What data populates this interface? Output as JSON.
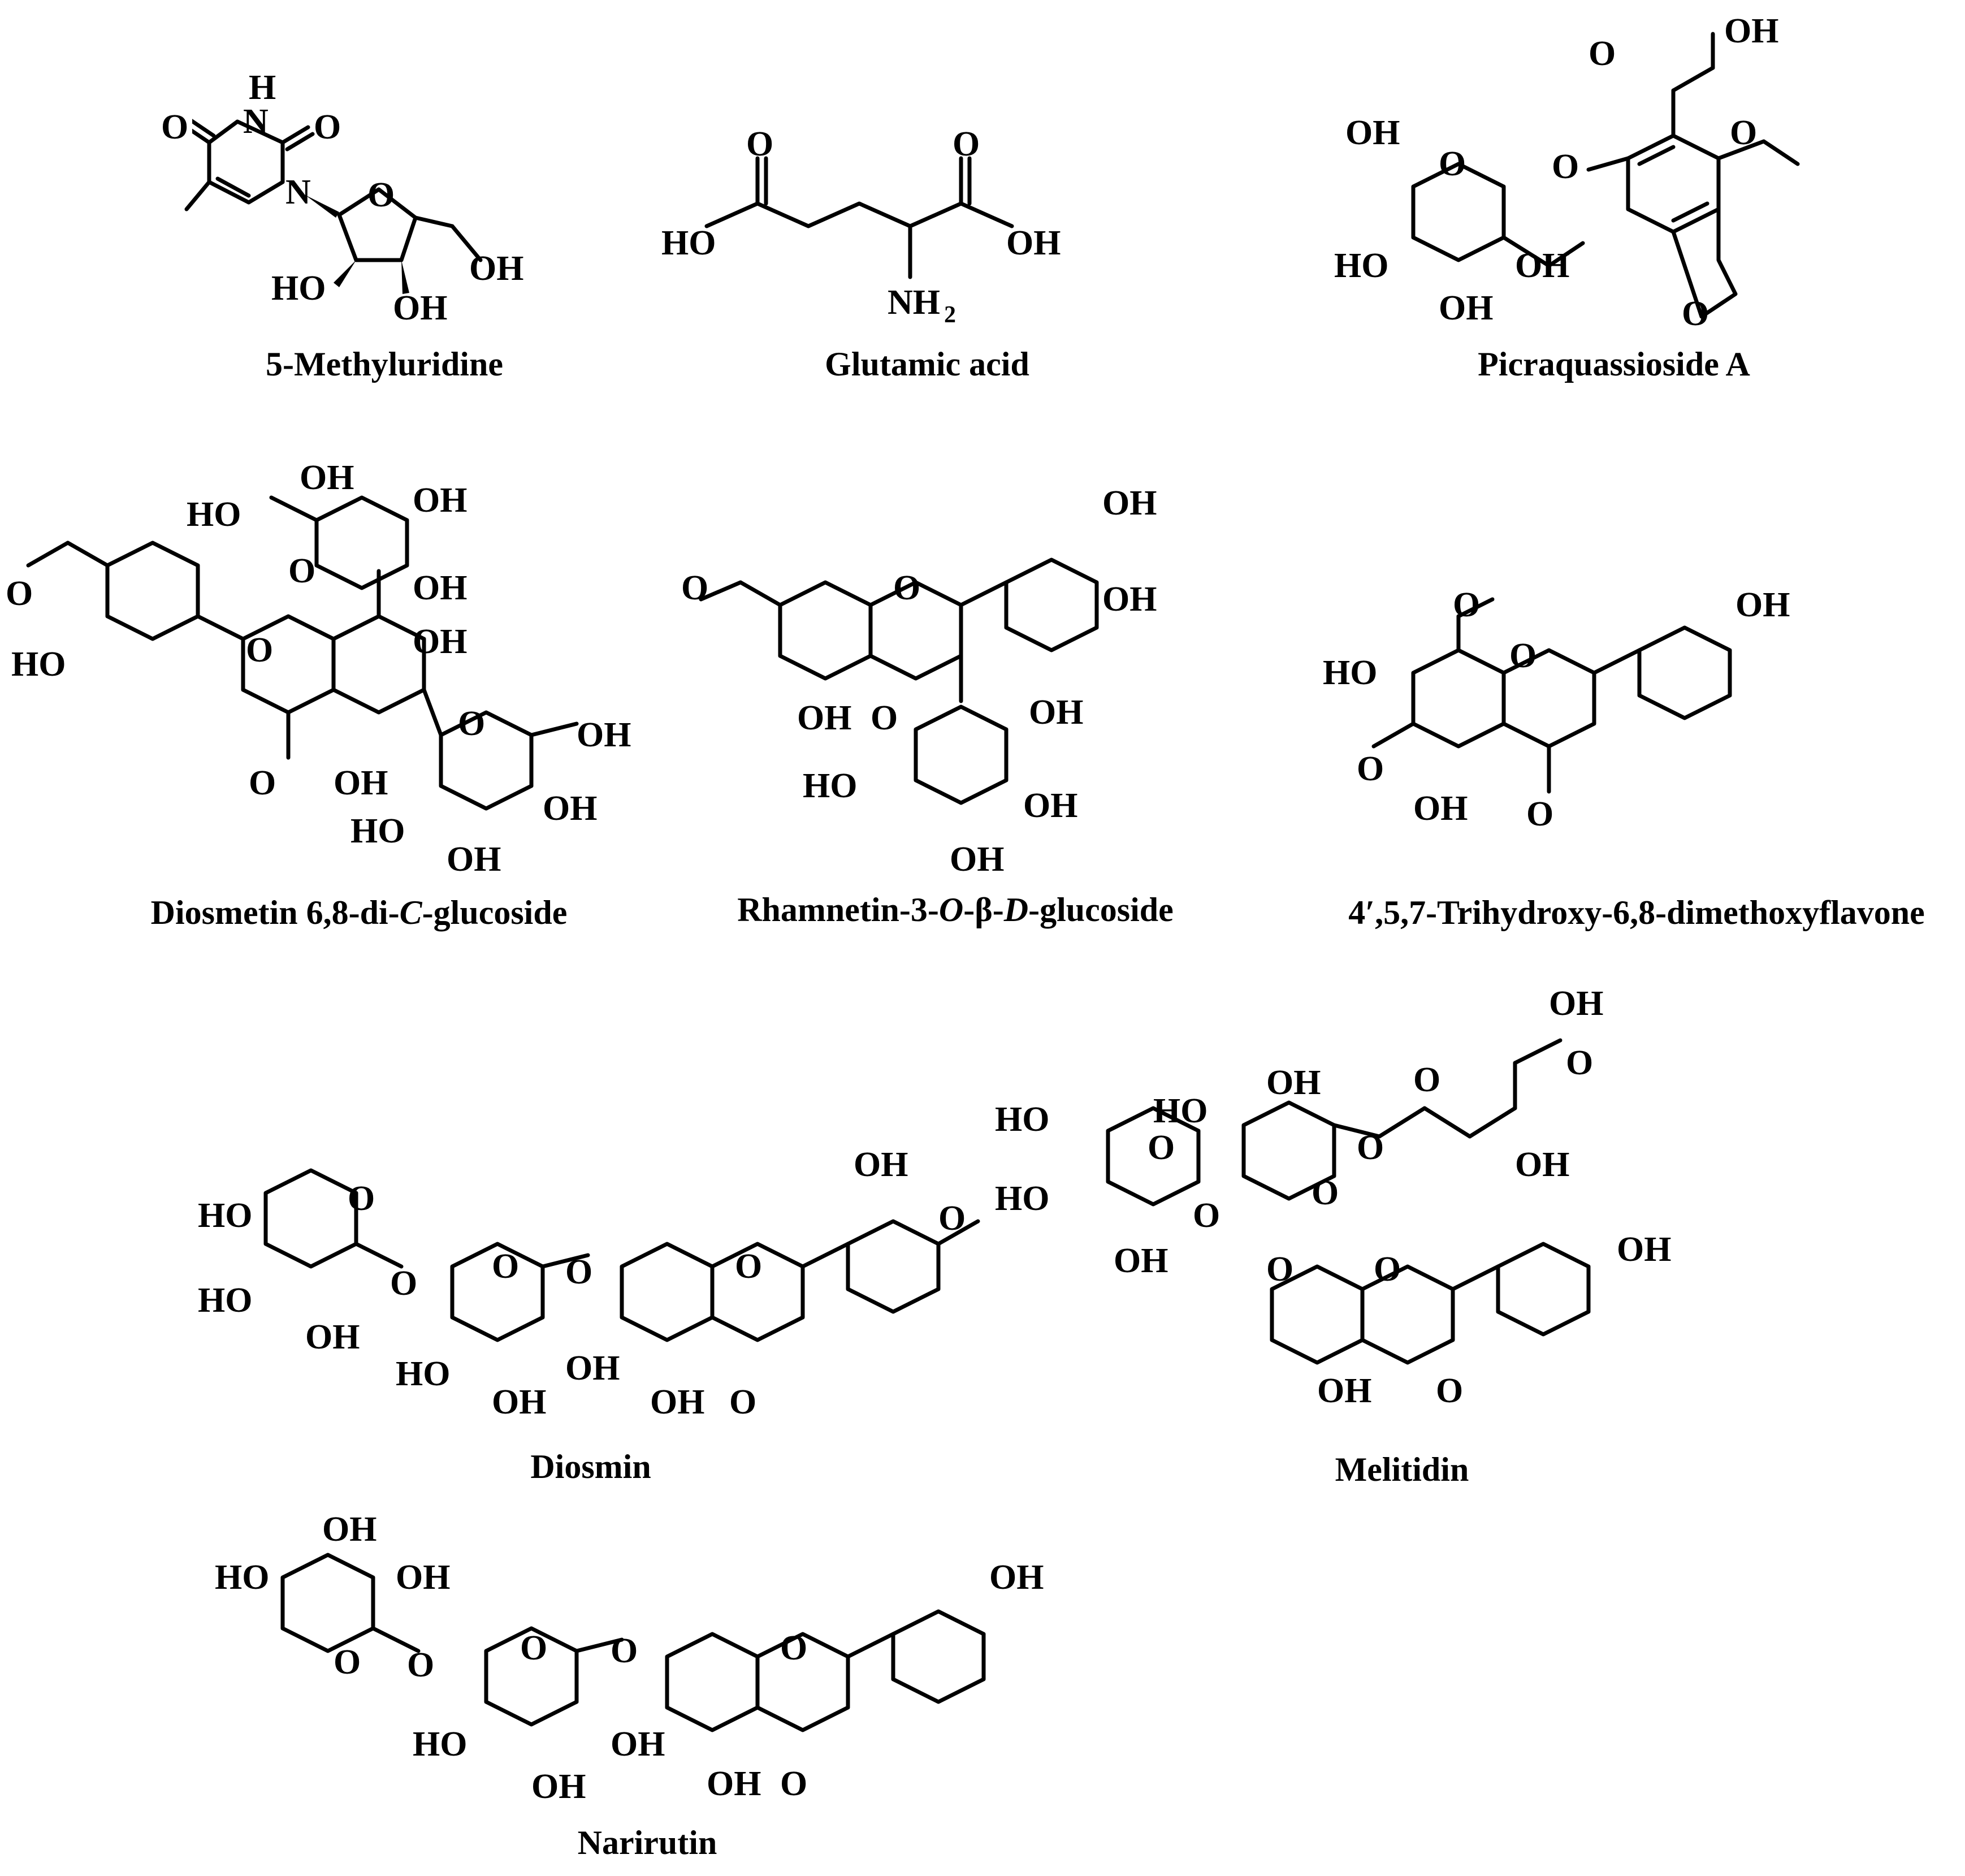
{
  "compounds": [
    {
      "id": "c1",
      "caption_parts": [
        {
          "t": "5-Methyluridine",
          "i": false
        }
      ]
    },
    {
      "id": "c2",
      "caption_parts": [
        {
          "t": "Glutamic acid",
          "i": false
        }
      ]
    },
    {
      "id": "c3",
      "caption_parts": [
        {
          "t": "Picraquassioside A",
          "i": false
        }
      ]
    },
    {
      "id": "c4",
      "caption_parts": [
        {
          "t": "Diosmetin 6,8-di-",
          "i": false
        },
        {
          "t": "C",
          "i": true
        },
        {
          "t": "-glucoside",
          "i": false
        }
      ]
    },
    {
      "id": "c5",
      "caption_parts": [
        {
          "t": "Rhamnetin-3-",
          "i": false
        },
        {
          "t": "O",
          "i": true
        },
        {
          "t": "-β-",
          "i": false
        },
        {
          "t": "D",
          "i": true
        },
        {
          "t": "-glucoside",
          "i": false
        }
      ]
    },
    {
      "id": "c6",
      "caption_parts": [
        {
          "t": "4′,5,7-Trihydroxy-6,8-dimethoxyflavone",
          "i": false
        }
      ]
    },
    {
      "id": "c7",
      "caption_parts": [
        {
          "t": "Diosmin",
          "i": false
        }
      ]
    },
    {
      "id": "c8",
      "caption_parts": [
        {
          "t": "Melitidin",
          "i": false
        }
      ]
    },
    {
      "id": "c9",
      "caption_parts": [
        {
          "t": "Narirutin",
          "i": false
        }
      ]
    }
  ],
  "atom_labels": {
    "OH": "OH",
    "HO": "HO",
    "O": "O",
    "H": "H",
    "N": "N",
    "NH": "NH",
    "sub2": "2"
  }
}
